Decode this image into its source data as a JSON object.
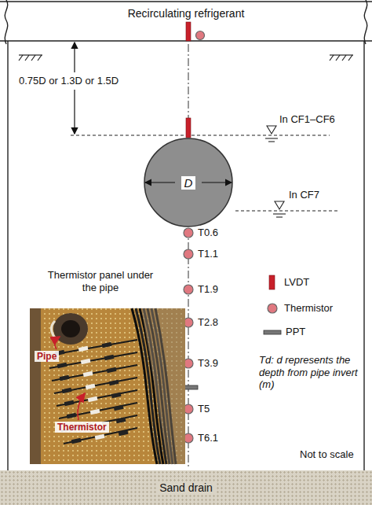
{
  "diagram": {
    "nodes": [
      {
        "text": [
          "Recirculating refrigerant"
        ]
      },
      {
        "text": [
          "D"
        ]
      },
      {
        "text": [
          "Sand drain"
        ]
      }
    ],
    "edges": [],
    "labels": [
      "0.75D or 1.3D or 1.5D",
      "In CF1–CF6",
      "In CF7",
      "T0.6",
      "T1.1",
      "T1.9",
      "T2.8",
      "T3.9",
      "T5",
      "T6.1",
      "Thermistor panel under the pipe",
      "Pipe",
      "Thermistor",
      "Td: d represents the depth from pipe invert (m)",
      "Not to scale"
    ],
    "legend": [
      {
        "text": "LVDT"
      },
      {
        "text": "Thermistor"
      },
      {
        "text": "PPT"
      }
    ]
  }
}
